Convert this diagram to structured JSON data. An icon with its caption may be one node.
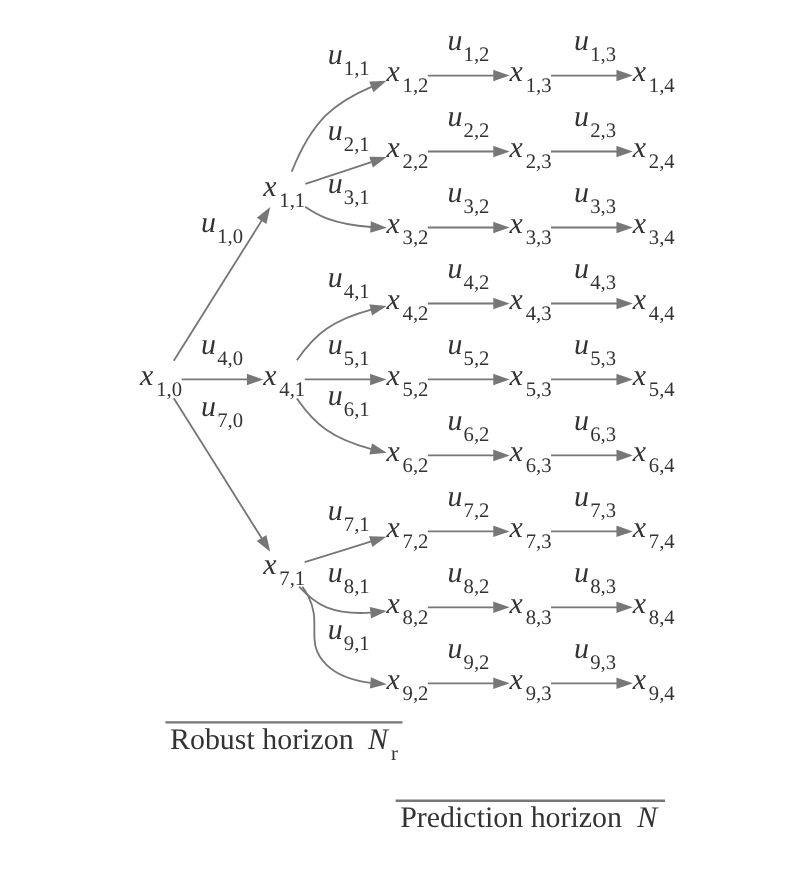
{
  "diagram": {
    "nodes": [
      {
        "text": [
          "*x*$_{1,0}$"
        ]
      },
      {
        "text": [
          "*x*$_{1,1}$"
        ]
      },
      {
        "text": [
          "*x*$_{1,2}$"
        ]
      },
      {
        "text": [
          "*x*$_{1,3}$"
        ]
      },
      {
        "text": [
          "*x*$_{1,4}$"
        ]
      },
      {
        "text": [
          "*x*$_{2,2}$"
        ]
      },
      {
        "text": [
          "*x*$_{2,3}$"
        ]
      },
      {
        "text": [
          "*x*$_{2,4}$"
        ]
      },
      {
        "text": [
          "*x*$_{3,2}$"
        ]
      },
      {
        "text": [
          "*x*$_{3,3}$"
        ]
      },
      {
        "text": [
          "*x*$_{3,4}$"
        ]
      },
      {
        "text": [
          "*x*$_{4,1}$"
        ]
      },
      {
        "text": [
          "*x*$_{4,2}$"
        ]
      },
      {
        "text": [
          "*x*$_{4,3}$"
        ]
      },
      {
        "text": [
          "*x*$_{4,4}$"
        ]
      },
      {
        "text": [
          "*x*$_{5,2}$"
        ]
      },
      {
        "text": [
          "*x*$_{5,3}$"
        ]
      },
      {
        "text": [
          "*x*$_{5,4}$"
        ]
      },
      {
        "text": [
          "*x*$_{6,2}$"
        ]
      },
      {
        "text": [
          "*x*$_{6,3}$"
        ]
      },
      {
        "text": [
          "*x*$_{6,4}$"
        ]
      },
      {
        "text": [
          "*x*$_{7,1}$"
        ]
      },
      {
        "text": [
          "*x*$_{7,2}$"
        ]
      },
      {
        "text": [
          "*x*$_{7,3}$"
        ]
      },
      {
        "text": [
          "*x*$_{7,4}$"
        ]
      },
      {
        "text": [
          "*x*$_{8,2}$"
        ]
      },
      {
        "text": [
          "*x*$_{8,3}$"
        ]
      },
      {
        "text": [
          "*x*$_{8,4}$"
        ]
      },
      {
        "text": [
          "*x*$_{9,2}$"
        ]
      },
      {
        "text": [
          "*x*$_{9,3}$"
        ]
      },
      {
        "text": [
          "*x*$_{9,4}$"
        ]
      }
    ],
    "edges": [
      {
        "from": 0,
        "to": 1,
        "arrow": "to",
        "label": "*u*$_{1,0}$"
      },
      {
        "from": 0,
        "to": 11,
        "arrow": "to",
        "label": "*u*$_{4,0}$"
      },
      {
        "from": 0,
        "to": 21,
        "arrow": "to",
        "label": "*u*$_{7,0}$"
      },
      {
        "from": 1,
        "to": 2,
        "arrow": "to",
        "label": "*u*$_{1,1}$"
      },
      {
        "from": 1,
        "to": 5,
        "arrow": "to",
        "label": "*u*$_{2,1}$"
      },
      {
        "from": 1,
        "to": 8,
        "arrow": "to",
        "label": "*u*$_{3,1}$"
      },
      {
        "from": 11,
        "to": 12,
        "arrow": "to",
        "label": "*u*$_{4,1}$"
      },
      {
        "from": 11,
        "to": 15,
        "arrow": "to",
        "label": "*u*$_{5,1}$"
      },
      {
        "from": 11,
        "to": 18,
        "arrow": "to",
        "label": "*u*$_{6,1}$"
      },
      {
        "from": 21,
        "to": 22,
        "arrow": "to",
        "label": "*u*$_{7,1}$"
      },
      {
        "from": 21,
        "to": 25,
        "arrow": "to",
        "label": "*u*$_{8,1}$"
      },
      {
        "from": 21,
        "to": 28,
        "arrow": "to",
        "label": "*u*$_{9,1}$"
      },
      {
        "from": 2,
        "to": 3,
        "arrow": "to",
        "label": "*u*$_{1,2}$"
      },
      {
        "from": 3,
        "to": 4,
        "arrow": "to",
        "label": "*u*$_{1,3}$"
      },
      {
        "from": 5,
        "to": 6,
        "arrow": "to",
        "label": "*u*$_{2,2}$"
      },
      {
        "from": 6,
        "to": 7,
        "arrow": "to",
        "label": "*u*$_{2,3}$"
      },
      {
        "from": 8,
        "to": 9,
        "arrow": "to",
        "label": "*u*$_{3,2}$"
      },
      {
        "from": 9,
        "to": 10,
        "arrow": "to",
        "label": "*u*$_{3,3}$"
      },
      {
        "from": 12,
        "to": 13,
        "arrow": "to",
        "label": "*u*$_{4,2}$"
      },
      {
        "from": 13,
        "to": 14,
        "arrow": "to",
        "label": "*u*$_{4,3}$"
      },
      {
        "from": 15,
        "to": 16,
        "arrow": "to",
        "label": "*u*$_{5,2}$"
      },
      {
        "from": 16,
        "to": 17,
        "arrow": "to",
        "label": "*u*$_{5,3}$"
      },
      {
        "from": 18,
        "to": 19,
        "arrow": "to",
        "label": "*u*$_{6,2}$"
      },
      {
        "from": 19,
        "to": 20,
        "arrow": "to",
        "label": "*u*$_{6,3}$"
      },
      {
        "from": 22,
        "to": 23,
        "arrow": "to",
        "label": "*u*$_{7,2}$"
      },
      {
        "from": 23,
        "to": 24,
        "arrow": "to",
        "label": "*u*$_{7,3}$"
      },
      {
        "from": 25,
        "to": 26,
        "arrow": "to",
        "label": "*u*$_{8,2}$"
      },
      {
        "from": 26,
        "to": 27,
        "arrow": "to",
        "label": "*u*$_{8,3}$"
      },
      {
        "from": 28,
        "to": 29,
        "arrow": "to",
        "label": "*u*$_{9,2}$"
      },
      {
        "from": 29,
        "to": 30,
        "arrow": "to",
        "label": "*u*$_{9,3}$"
      }
    ],
    "labels": [
      "Robust horizon *N*$_{r}$",
      "Prediction horizon *N*"
    ]
  }
}
